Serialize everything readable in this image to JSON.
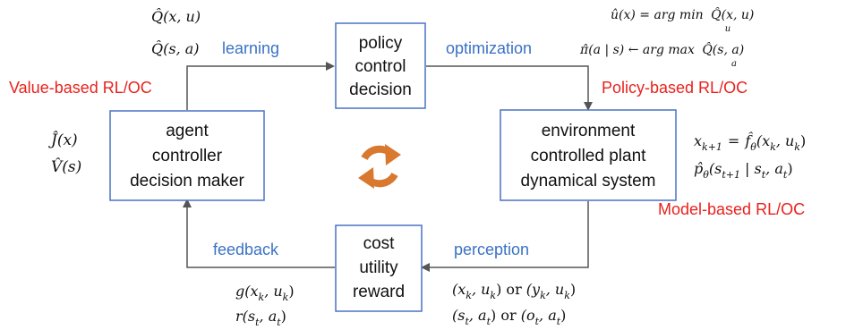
{
  "colors": {
    "box_border": "#4a72c4",
    "arrow": "#555555",
    "label_blue": "#3a72c4",
    "label_red": "#e8221d",
    "cycle_icon": "#d9782f"
  },
  "boxes": {
    "policy": [
      "policy",
      "control",
      "decision"
    ],
    "agent": [
      "agent",
      "controller",
      "decision maker"
    ],
    "environment": [
      "environment",
      "controlled plant",
      "dynamical system"
    ],
    "cost": [
      "cost",
      "utility",
      "reward"
    ]
  },
  "edge_labels": {
    "learning": "learning",
    "optimization": "optimization",
    "feedback": "feedback",
    "perception": "perception"
  },
  "category_labels": {
    "value_based": "Value-based RL/OC",
    "policy_based": "Policy-based RL/OC",
    "model_based": "Model-based RL/OC"
  },
  "formulas": {
    "q_xu": "Q̂(x, u)",
    "q_sa": "Q̂(s, a)",
    "j_x": "Ĵ(x)",
    "v_s": "V̂(s)",
    "u_hat": "û(x) = arg min",
    "u_hat_sub": "u",
    "u_hat_rest": "Q̂(x, u)",
    "pi_hat": "π̂(a | s) ← arg max",
    "pi_hat_sub": "a",
    "pi_hat_rest": "Q̂(s, a)",
    "dyn_x": "x",
    "dyn_x_sub": "k+1",
    "dyn_eq": "=",
    "dyn_f": "f̂",
    "dyn_f_sub": "θ",
    "dyn_args": "(x",
    "dyn_args_sub1": "k",
    "dyn_args_mid": ", u",
    "dyn_args_sub2": "k",
    "dyn_args_end": ")",
    "dyn_p": "p̂",
    "dyn_p_sub": "θ",
    "dyn_p_args": "(s",
    "dyn_p_sub1": "t+1",
    "dyn_p_mid": " | s",
    "dyn_p_sub2": "t",
    "dyn_p_mid2": ", a",
    "dyn_p_sub3": "t",
    "dyn_p_end": ")",
    "g_cost": "g(x",
    "g_sub1": "k",
    "g_mid": ", u",
    "g_sub2": "k",
    "g_end": ")",
    "r_cost": "r(s",
    "r_sub1": "t",
    "r_mid": ", a",
    "r_sub2": "t",
    "r_end": ")",
    "obs1_a": "(x",
    "obs1_a_sub1": "k",
    "obs1_a_mid": ", u",
    "obs1_a_sub2": "k",
    "obs1_a_end": ")",
    "obs_or": " or ",
    "obs1_b": "(y",
    "obs1_b_sub1": "k",
    "obs1_b_mid": ", u",
    "obs1_b_sub2": "k",
    "obs1_b_end": ")",
    "obs2_a": "(s",
    "obs2_a_sub1": "t",
    "obs2_a_mid": ", a",
    "obs2_a_sub2": "t",
    "obs2_a_end": ")",
    "obs2_b": "(o",
    "obs2_b_sub1": "t",
    "obs2_b_mid": ", a",
    "obs2_b_sub2": "t",
    "obs2_b_end": ")"
  }
}
